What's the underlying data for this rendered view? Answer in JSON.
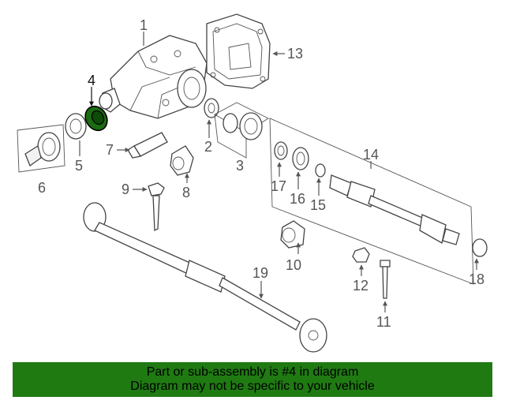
{
  "callouts": {
    "c1": "1",
    "c2": "2",
    "c3": "3",
    "c4": "4",
    "c5": "5",
    "c6": "6",
    "c7": "7",
    "c8": "8",
    "c9": "9",
    "c10": "10",
    "c11": "11",
    "c12": "12",
    "c13": "13",
    "c14": "14",
    "c15": "15",
    "c16": "16",
    "c17": "17",
    "c18": "18",
    "c19": "19"
  },
  "colors": {
    "highlight": "#1b6b12",
    "banner": "#1f7a12"
  },
  "banner": {
    "line1": "Part or sub-assembly is #4 in diagram",
    "line2": "Diagram may not be specific to your vehicle"
  }
}
